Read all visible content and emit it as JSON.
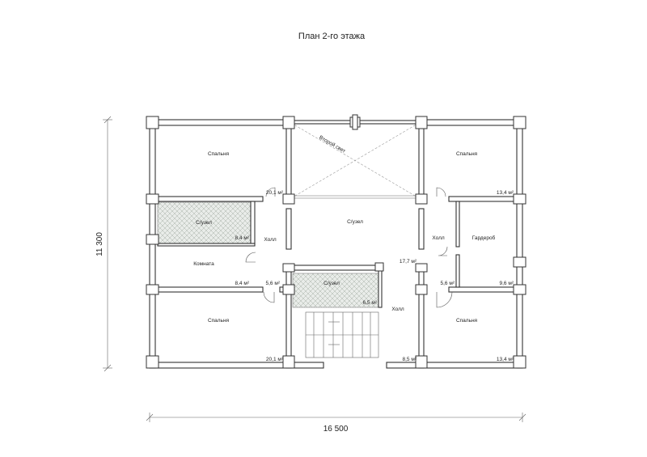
{
  "title": "План 2-го этажа",
  "dimensions": {
    "width": "16 500",
    "height": "11 300"
  },
  "special_label": "Второй свет",
  "rooms": {
    "bedroom_tl": {
      "name": "Спальня",
      "area": "20,1 м²"
    },
    "bathroom_l": {
      "name": "С/узел",
      "area": "8,4 м²"
    },
    "room_l": {
      "name": "Комната",
      "area": "8,4 м²"
    },
    "bedroom_bl": {
      "name": "Спальня",
      "area": "20,1 м²"
    },
    "hall_l": {
      "name": "Холл",
      "area": "5,6 м²"
    },
    "bathroom_center": {
      "name": "С/узел",
      "area": "17,7 м²"
    },
    "bathroom_small": {
      "name": "С/узел",
      "area": "6,5 м²"
    },
    "hall_center": {
      "name": "Холл",
      "area": "8,5 м²"
    },
    "bedroom_tr": {
      "name": "Спальня",
      "area": "13,4 м²"
    },
    "hall_r": {
      "name": "Холл",
      "area": "5,6 м²"
    },
    "wardrobe": {
      "name": "Гардероб",
      "area": "9,6 м²"
    },
    "bedroom_br": {
      "name": "Спальня",
      "area": "13,4 м²"
    }
  }
}
